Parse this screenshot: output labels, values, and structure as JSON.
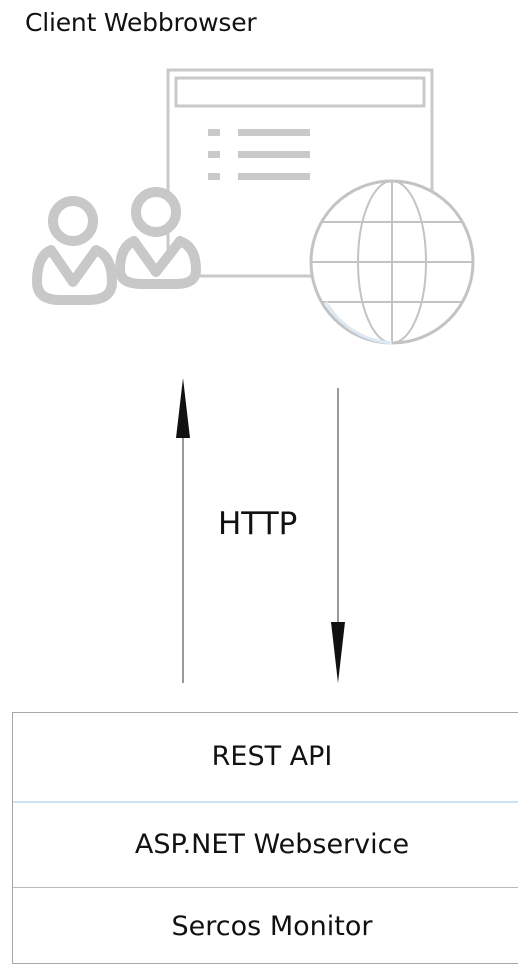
{
  "diagram": {
    "title": "Client Webbrowser",
    "protocol_label": "HTTP",
    "server_layers": [
      {
        "label": "REST API"
      },
      {
        "label": "ASP.NET Webservice"
      },
      {
        "label": "Sercos Monitor"
      }
    ],
    "icons": {
      "browser": "browser-window-icon",
      "users": "users-icon",
      "globe": "globe-icon"
    },
    "colors": {
      "icon_gray": "#c8c8c8",
      "line_gray": "#9a9a9a",
      "arrow_head": "#111111",
      "separator_blue": "#cfe0ef"
    }
  }
}
